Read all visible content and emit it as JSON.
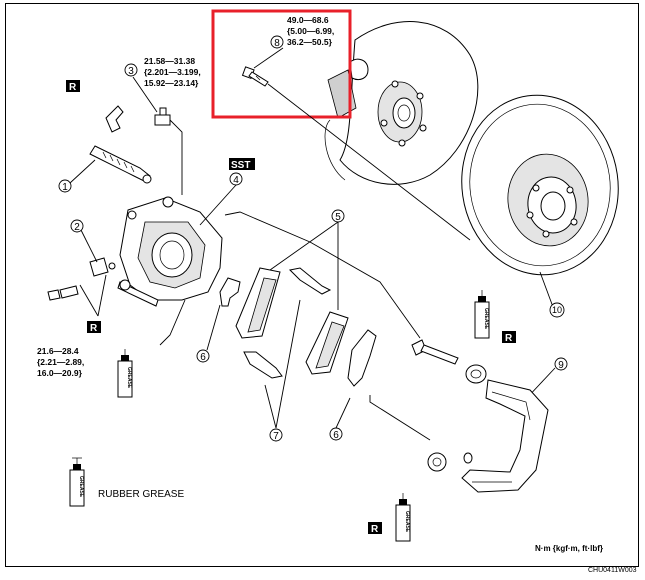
{
  "callouts": [
    {
      "num": "1"
    },
    {
      "num": "2"
    },
    {
      "num": "3"
    },
    {
      "num": "4"
    },
    {
      "num": "5"
    },
    {
      "num": "6"
    },
    {
      "num": "6"
    },
    {
      "num": "7"
    },
    {
      "num": "8"
    },
    {
      "num": "9"
    },
    {
      "num": "10"
    }
  ],
  "badges": {
    "replace": "R",
    "special_tool": "SST"
  },
  "torques": {
    "part8": [
      "49.0—68.6",
      "{5.00—6.99,",
      "36.2—50.5}"
    ],
    "part3": [
      "21.58—31.38",
      "{2.201—3.199,",
      "15.92—23.14}"
    ],
    "bolt_left": [
      "21.6—28.4",
      "{2.21—2.89,",
      "16.0—20.9}"
    ]
  },
  "grease": {
    "label": "GREASE",
    "legend_label": "RUBBER GREASE"
  },
  "units_note": "N·m {kgf·m, ft·lbf}",
  "figure_code": "CHU0411W003",
  "colors": {
    "highlight": "#e8202a",
    "ink": "#000000"
  }
}
